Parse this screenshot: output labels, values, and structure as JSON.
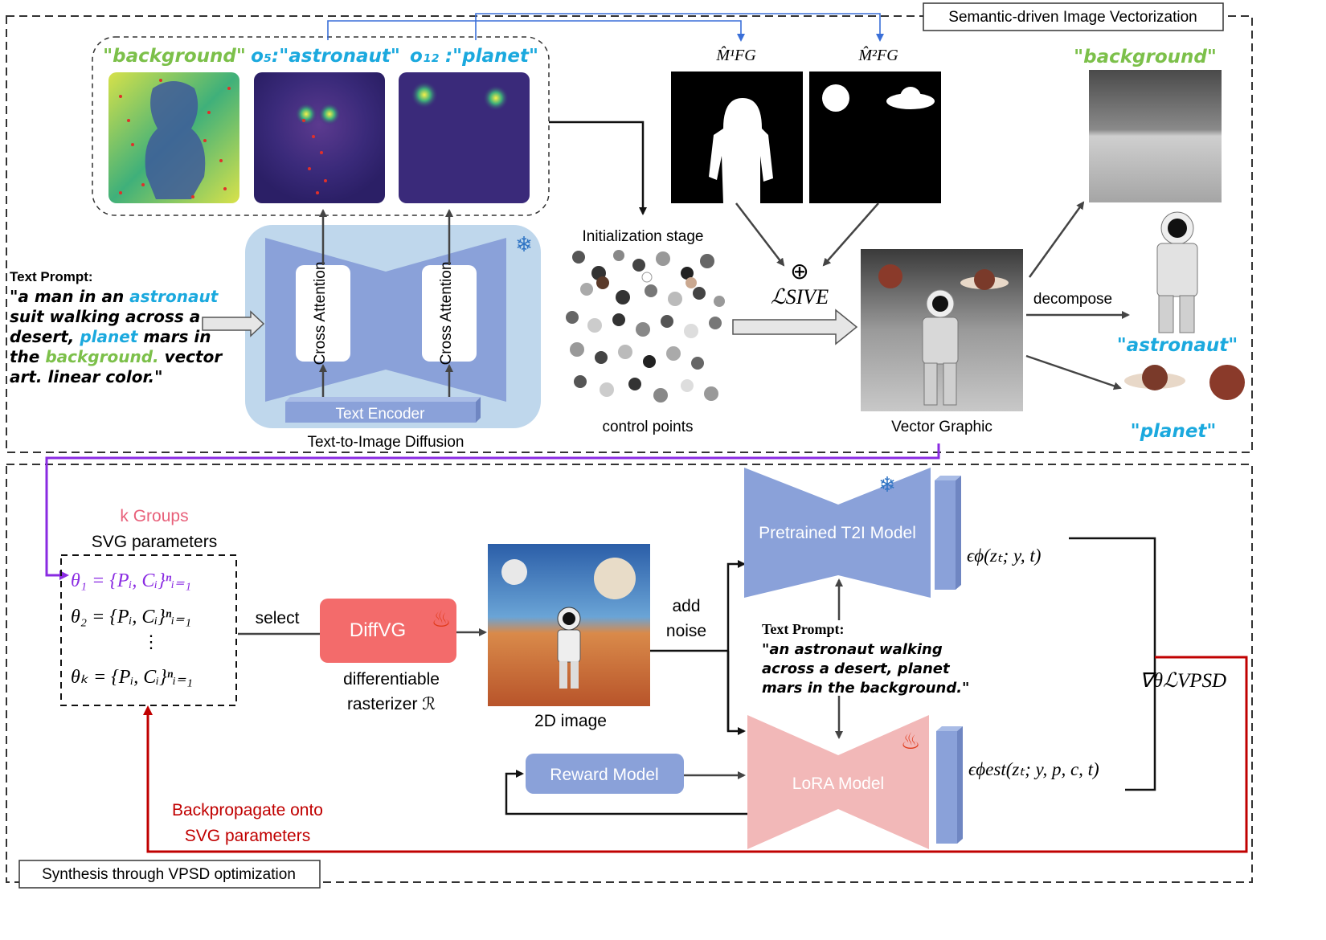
{
  "top_panel": {
    "title": "Semantic-driven Image Vectorization",
    "maps": [
      {
        "prefix": "",
        "label": "\"background\"",
        "color": "#7cc04a"
      },
      {
        "prefix": "o₅:",
        "label": "\"astronaut\"",
        "color": "#1ba9de"
      },
      {
        "prefix": "o₁₂ :",
        "label": "\"planet\"",
        "color": "#1ba9de"
      }
    ],
    "cross_attention": "Cross Attention",
    "text_encoder": "Text Encoder",
    "diffusion_caption": "Text-to-Image Diffusion",
    "prompt_heading": "Text Prompt:",
    "prompt_lines": [
      [
        "\"a man in an ",
        "astronaut",
        ""
      ],
      [
        "suit walking across a",
        "",
        ""
      ],
      [
        "desert, ",
        "planet",
        " mars in"
      ],
      [
        "the ",
        "background.",
        " vector"
      ],
      [
        "art. linear color.\"",
        "",
        ""
      ]
    ],
    "init_stage": "Initialization stage",
    "control_points": "control points",
    "mask_labels": [
      "M̂¹FG",
      "M̂²FG"
    ],
    "oplus": "⊕",
    "loss_sive": "ℒSIVE",
    "vector_graphic": "Vector Graphic",
    "decompose": "decompose",
    "out_labels": [
      "\"background\"",
      "\"astronaut\"",
      "\"planet\""
    ]
  },
  "bottom_panel": {
    "title": "Synthesis through VPSD optimization",
    "k_groups": "k Groups",
    "svg_params": "SVG parameters",
    "theta_rows": [
      "θ₁ = {Pᵢ, Cᵢ}ⁿᵢ₌₁",
      "θ₂ = {Pᵢ, Cᵢ}ⁿᵢ₌₁",
      "⋮",
      "θₖ = {Pᵢ, Cᵢ}ⁿᵢ₌₁"
    ],
    "select": "select",
    "diffvg": "DiffVG",
    "rasterizer": [
      "differentiable",
      "rasterizer ℛ"
    ],
    "image_2d": "2D image",
    "add_noise": [
      "add",
      "noise"
    ],
    "pretrained": "Pretrained T2I Model",
    "lora": "LoRA Model",
    "reward": "Reward Model",
    "eps_phi": "ϵϕ(zₜ; y, t)",
    "eps_est": "ϵϕest(zₜ; y, p, c, t)",
    "grad": "∇θℒVPSD",
    "prompt_heading": "Text Prompt:",
    "prompt_lines": [
      "\"an astronaut walking",
      "across a desert, planet",
      "mars in the background.\""
    ],
    "backprop": [
      "Backpropagate onto",
      "SVG parameters"
    ]
  },
  "colors": {
    "purple": "#8a2be2",
    "red": "#c00000",
    "blue_arrow": "#3a6fd8",
    "unet": "#8aa1d9",
    "lora": "#f2b8b8",
    "diffvg": "#f36b6b",
    "pink_text": "#e8607a"
  }
}
